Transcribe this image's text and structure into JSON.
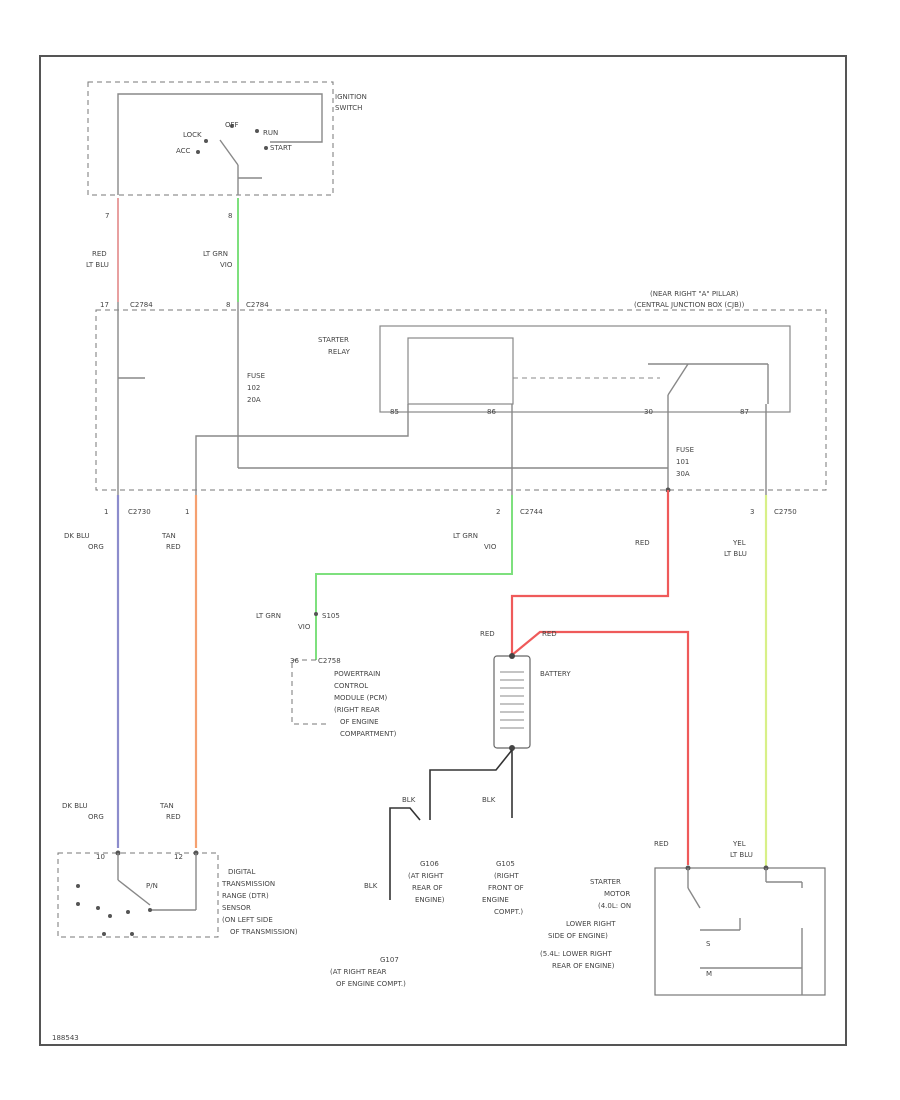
{
  "ignition_switch": {
    "title": [
      "IGNITION",
      "SWITCH"
    ],
    "pos_lock": "LOCK",
    "pos_off": "OFF",
    "pos_run": "RUN",
    "pos_acc": "ACC",
    "pos_start": "START",
    "pin_left": "7",
    "pin_right": "8"
  },
  "wires": {
    "red_lt_blu": [
      "RED",
      "LT BLU"
    ],
    "lt_grn_vio_top": [
      "LT GRN",
      "VIO"
    ],
    "dk_blu_org": [
      "DK BLU",
      "ORG"
    ],
    "tan_red": [
      "TAN",
      "RED"
    ],
    "lt_grn_vio_mid": [
      "LT GRN",
      "VIO"
    ],
    "lt_grn_vio_low": "LT GRN",
    "lt_grn_vio_low2": "VIO",
    "red_a": "RED",
    "red_b": "RED",
    "red_c": "RED",
    "yel_lt_blu": [
      "YEL",
      "LT BLU"
    ],
    "dk_blu_org_low": [
      "DK BLU",
      "ORG"
    ],
    "tan_red_low": [
      "TAN",
      "RED"
    ],
    "red_low": "RED",
    "yel_lt_blu_low": [
      "YEL",
      "LT BLU"
    ],
    "blk_a": "BLK",
    "blk_b": "BLK",
    "blk_c": "BLK"
  },
  "connectors": {
    "c2784_a": "C2784",
    "c2784_b": "C2784",
    "pin_17": "17",
    "pin_8": "8",
    "c2730": "C2730",
    "pin_1a": "1",
    "pin_1b": "1",
    "pin_2": "2",
    "c2744": "C2744",
    "pin_3": "3",
    "c2750": "C2750",
    "s105": "S105",
    "c2758": "C2758",
    "pin_36": "36"
  },
  "cjb": {
    "title": [
      "(NEAR RIGHT \"A\" PILLAR)",
      "(CENTRAL JUNCTION BOX (CJB))"
    ],
    "relay": [
      "STARTER",
      "RELAY"
    ],
    "fuse1": [
      "FUSE",
      "102",
      "20A"
    ],
    "fuse2": [
      "FUSE",
      "101",
      "30A"
    ],
    "relay_pins": [
      "85",
      "86",
      "30",
      "87"
    ]
  },
  "pcm": [
    "POWERTRAIN",
    "CONTROL",
    "MODULE (PCM)",
    "(RIGHT REAR",
    "OF ENGINE",
    "COMPARTMENT)"
  ],
  "battery": "BATTERY",
  "grounds": {
    "g106": [
      "G106",
      "(AT RIGHT",
      "REAR OF",
      "ENGINE)"
    ],
    "g105": [
      "G105",
      "(RIGHT",
      "FRONT OF",
      "ENGINE",
      "COMPT.)"
    ],
    "g107": [
      "G107",
      "(AT RIGHT REAR",
      "OF ENGINE COMPT.)"
    ]
  },
  "tr_sensor": {
    "lines": [
      "DIGITAL",
      "TRANSMISSION",
      "RANGE (DTR)",
      "SENSOR",
      "(ON LEFT SIDE",
      "OF TRANSMISSION)"
    ],
    "pin_a": "10",
    "pin_b": "12",
    "mark": "P/N"
  },
  "starter": {
    "lines": [
      "STARTER",
      "MOTOR",
      "(4.0L: ON",
      "LOWER RIGHT",
      "SIDE OF ENGINE)",
      "(5.4L: LOWER RIGHT",
      "REAR OF ENGINE)"
    ],
    "mark_a": "S",
    "mark_b": "M"
  },
  "footer": "188543",
  "colors": {
    "red": "#ef5a5a",
    "pink": "#e8a0a0",
    "green": "#7ee07e",
    "purple": "#8c8ccc",
    "orange": "#f5a070",
    "yellow": "#d8f088",
    "dark": "#333333",
    "gray": "#888888"
  }
}
